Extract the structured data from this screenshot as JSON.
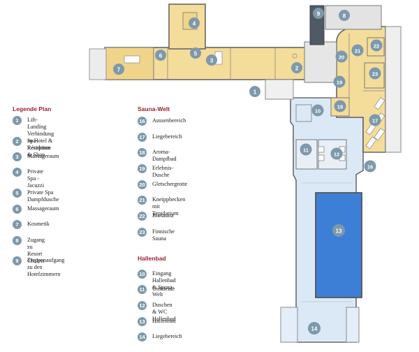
{
  "colors": {
    "wall": "#606060",
    "spa_floor": "#f4dc9a",
    "pool_hall_floor": "#dbe9f6",
    "pool_water": "#3d7fd6",
    "marker": "#7d99ab",
    "heading": "#9c1f33"
  },
  "legend_sections": [
    {
      "title": "Legende Plan",
      "items": [
        {
          "num": "1",
          "label": "Lift-Landing\nVerbindung zu Hotel & Residence"
        },
        {
          "num": "2",
          "label": "Spa-Réception & Shop"
        },
        {
          "num": "3",
          "label": "Massageraum"
        },
        {
          "num": "4",
          "label": "Private Spa - Jacuzzi"
        },
        {
          "num": "5",
          "label": "Private Spa Dampfdusche"
        },
        {
          "num": "6",
          "label": "Massageraum"
        },
        {
          "num": "7",
          "label": "Kosmetik"
        },
        {
          "num": "8",
          "label": "Zugang zu Resort Chalets"
        },
        {
          "num": "9",
          "label": "Treppenaufgang\nzu den Hotelzimmern"
        }
      ]
    },
    {
      "title": "Sauna-Welt",
      "items": [
        {
          "num": "16",
          "label": "Aussenbereich"
        },
        {
          "num": "17",
          "label": "Liegebereich"
        },
        {
          "num": "18",
          "label": "Aroma-Dampfbad"
        },
        {
          "num": "19",
          "label": "Erlebnis-Dusche"
        },
        {
          "num": "20",
          "label": "Gletschergrotte"
        },
        {
          "num": "21",
          "label": "Kneippbecken mit Tepidarium"
        },
        {
          "num": "22",
          "label": "Biosauna"
        },
        {
          "num": "23",
          "label": "Finnische Sauna"
        }
      ]
    },
    {
      "title": "Hallenbad",
      "items": [
        {
          "num": "10",
          "label": "Eingang Hallenbad & Sauna-Welt"
        },
        {
          "num": "11",
          "label": "Umkleide"
        },
        {
          "num": "12",
          "label": "Duschen & WC Hallenbad"
        },
        {
          "num": "13",
          "label": "Hallenbad"
        },
        {
          "num": "14",
          "label": "Liegebereich"
        }
      ]
    }
  ],
  "plan_markers": [
    "1",
    "2",
    "3",
    "4",
    "5",
    "6",
    "7",
    "8",
    "9",
    "10",
    "11",
    "12",
    "13",
    "14",
    "16",
    "17",
    "18",
    "19",
    "20",
    "21",
    "22",
    "23"
  ]
}
